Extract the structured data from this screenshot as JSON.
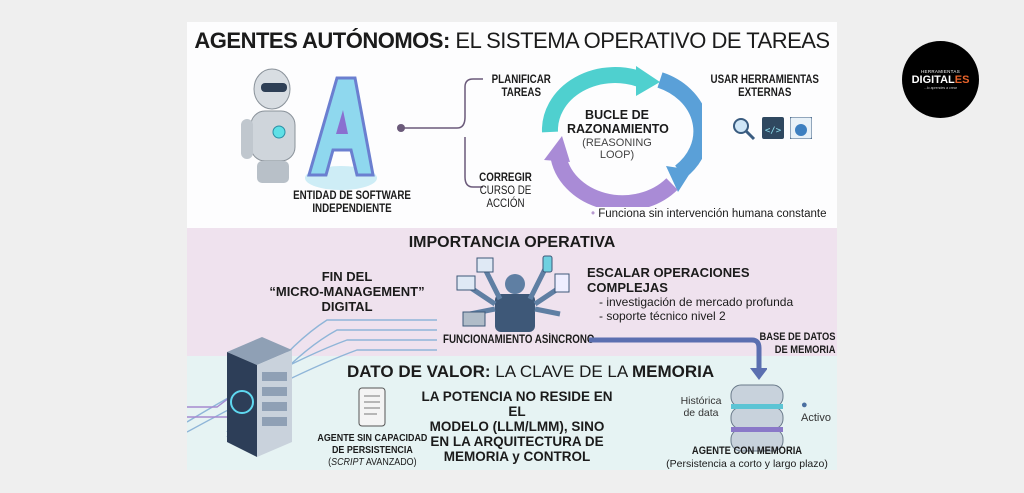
{
  "header": {
    "title_bold": "AGENTES AUTÓNOMOS:",
    "title_rest": " EL SISTEMA OPERATIVO DE TAREAS"
  },
  "top": {
    "entity_label": [
      "ENTIDAD DE SOFTWARE",
      "INDEPENDIENTE"
    ],
    "plan": [
      "PLANIFICAR",
      "TAREAS"
    ],
    "correct_bold": "CORREGIR",
    "correct_rest": "CURSO DE ACCIÓN",
    "loop": [
      "BUCLE DE",
      "RAZONAMIENTO"
    ],
    "loop_sub": "(REASONING LOOP)",
    "tools": [
      "USAR HERRAMIENTAS",
      "EXTERNAS"
    ],
    "tool_icons": [
      "search-icon",
      "code-icon",
      "globe-icon"
    ],
    "note": "Funciona sin intervención humana constante"
  },
  "middle": {
    "title": "IMPORTANCIA OPERATIVA",
    "left": [
      "FIN DEL",
      "“MICRO-MANAGEMENT” DIGITAL"
    ],
    "right_title": "ESCALAR OPERACIONES COMPLEJAS",
    "right_items": [
      "- investigación de mercado profunda",
      "- soporte técnico nivel 2"
    ],
    "async": "FUNCIONAMIENTO ASÍNCRONO",
    "db": [
      "BASE DE DATOS",
      "DE MEMORIA"
    ]
  },
  "bottom": {
    "title_bold": "DATO DE VALOR:",
    "title_mid": " LA CLAVE DE LA ",
    "title_end": "MEMORIA",
    "center": [
      "LA POTENCIA NO RESIDE EN EL",
      "MODELO (LLM/LMM), SINO",
      "EN LA ARQUITECTURA DE",
      "MEMORIA y CONTROL"
    ],
    "no_mem": [
      "AGENTE SIN CAPACIDAD",
      "DE PERSISTENCIA"
    ],
    "no_mem_sub_italic": "SCRIPT",
    "no_mem_sub_rest": " AVANZADO)",
    "no_mem_sub_open": "(",
    "historic": [
      "Histórica",
      "de data"
    ],
    "active": "Activo",
    "with_mem": "AGENTE CON MEMORIA",
    "with_mem_sub": "(Persistencia a corto y largo plazo)"
  },
  "logo": {
    "line1": "HERRAMIENTAS",
    "line2a": "DIGITAL",
    "line2b": "ES",
    "line3": "...lo aprendes a crear"
  },
  "colors": {
    "teal": "#3fc9c6",
    "blue": "#4b8fcf",
    "purple": "#9b7bc8",
    "pink_bg": "#efe2ee",
    "cyan_bg": "#e6f3f3",
    "accent": "#e8632b"
  }
}
